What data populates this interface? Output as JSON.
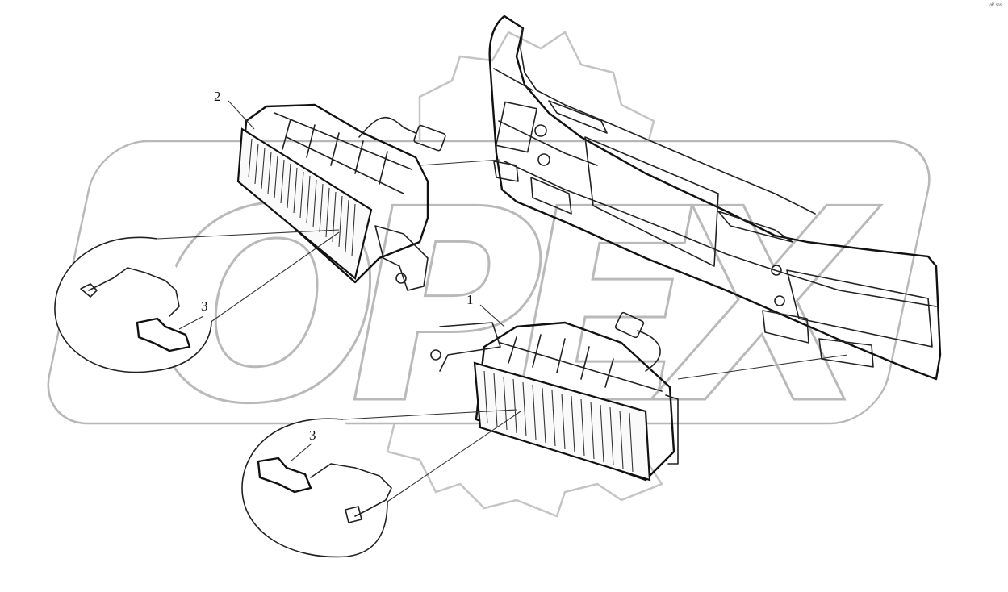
{
  "diagram": {
    "watermark_text": "OPEX",
    "callouts": {
      "c2": "2",
      "c3_upper": "3",
      "c1": "1",
      "c3_lower": "3"
    },
    "corner_mark": "ᵃᴾ ˢˢˢ"
  }
}
